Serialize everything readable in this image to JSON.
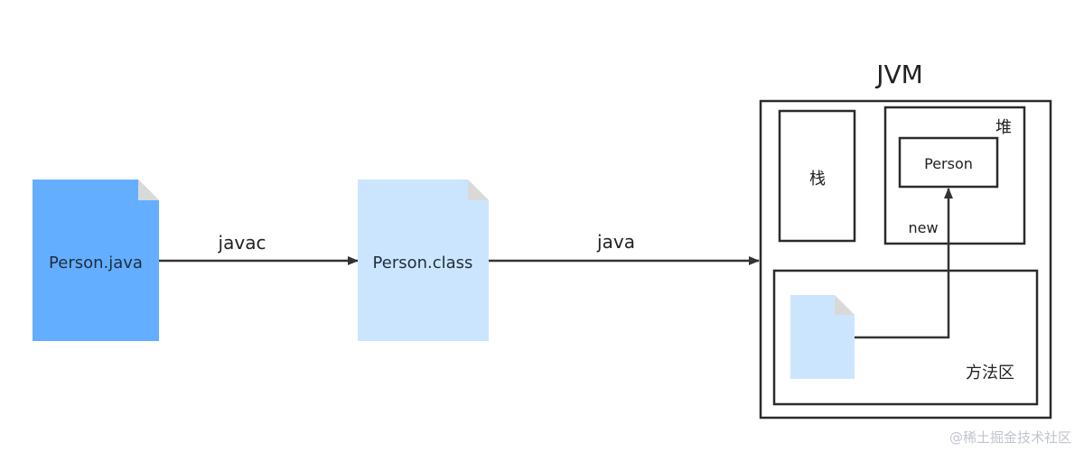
{
  "nodes": {
    "source_file": {
      "label": "Person.java",
      "color": "#63aeff",
      "fold_color": "#d9d9d9"
    },
    "class_file": {
      "label": "Person.class",
      "color": "#cce5ff",
      "fold_color": "#d9d9d9"
    },
    "jvm": {
      "title": "JVM"
    },
    "stack": {
      "label": "栈"
    },
    "heap": {
      "label": "堆"
    },
    "heap_object": {
      "label": "Person"
    },
    "method_area": {
      "label": "方法区",
      "doc_color": "#cce5ff"
    }
  },
  "edges": {
    "compile": {
      "label": "javac"
    },
    "run": {
      "label": "java"
    },
    "instantiate": {
      "label": "new"
    }
  },
  "colors": {
    "line": "#333333",
    "border": "#2b2b2b"
  },
  "watermark": "@稀土掘金技术社区"
}
